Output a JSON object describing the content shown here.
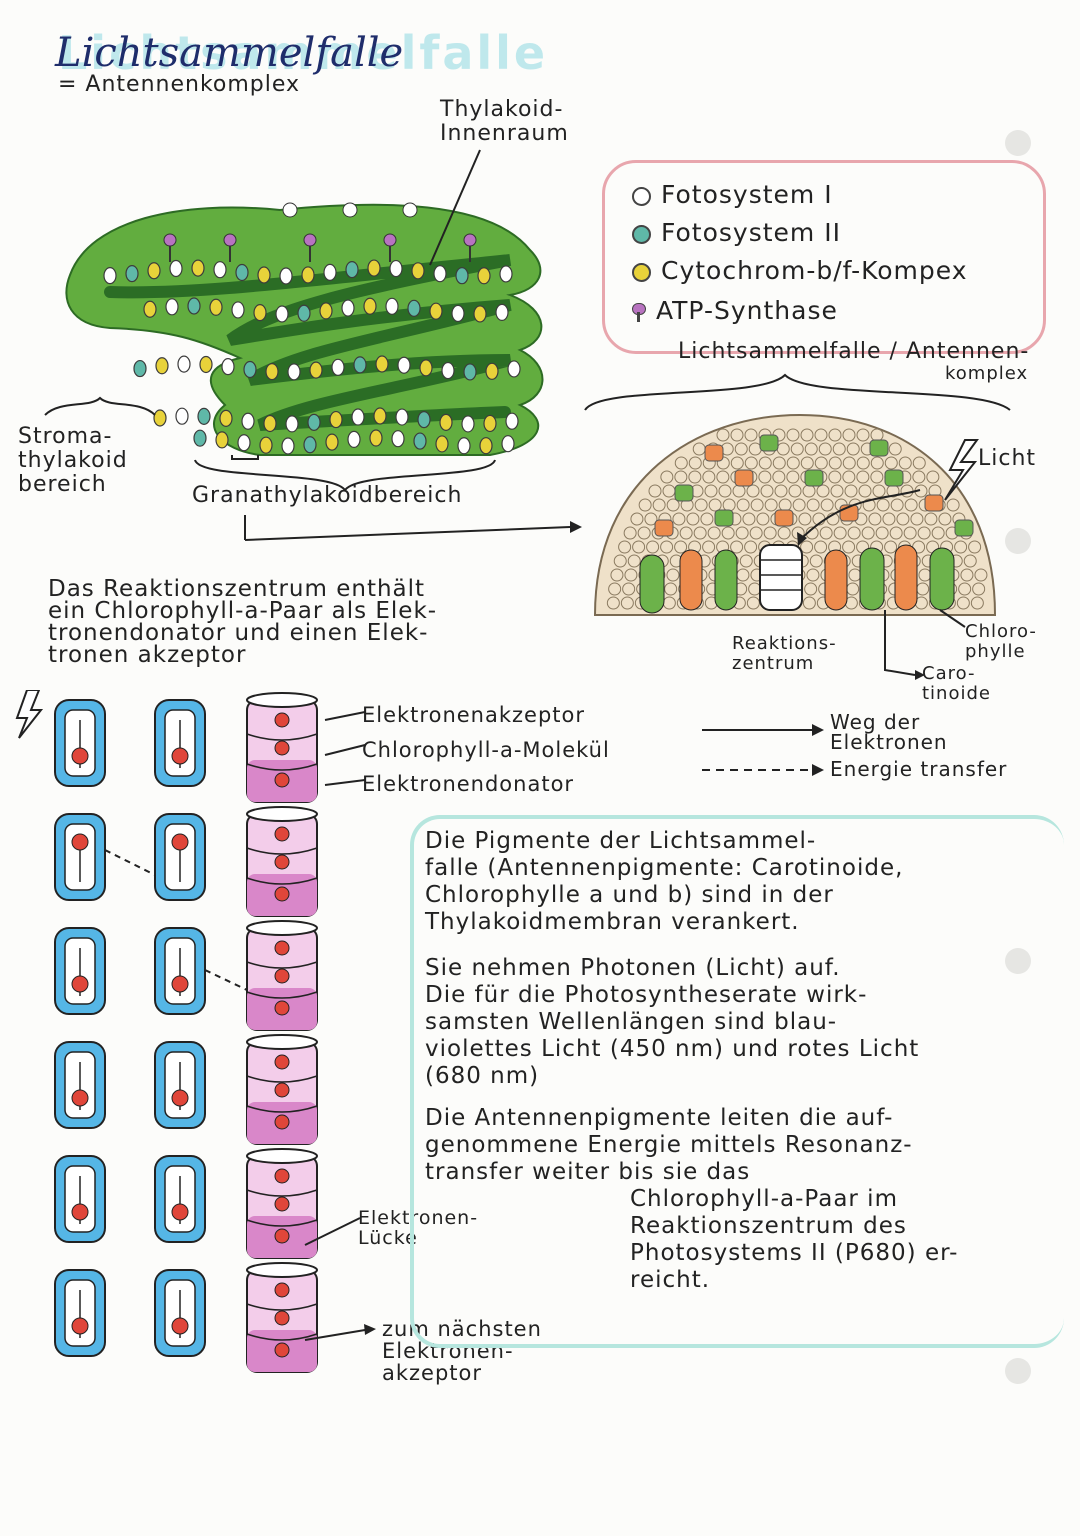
{
  "title": "Lichtsammelfalle",
  "subtitle": "= Antennenkomplex",
  "thylakoid": {
    "lumen_label_1": "Thylakoid-",
    "lumen_label_2": "Innenraum",
    "stroma_label_1": "Stroma-",
    "stroma_label_2": "thylakoid",
    "stroma_label_3": "bereich",
    "grana_label": "Granathylakoidbereich"
  },
  "legend": {
    "items": [
      {
        "label": "Fotosystem I",
        "color": "#ffffff",
        "icon": "circle-icon"
      },
      {
        "label": "Fotosystem II",
        "color": "#5fb8a8",
        "icon": "circle-icon"
      },
      {
        "label": "Cytochrom-b/f-Kompex",
        "color": "#e8d23a",
        "icon": "circle-icon"
      },
      {
        "label": "ATP-Synthase",
        "color": "#b873c0",
        "icon": "atp-synthase-icon"
      }
    ],
    "border_color": "#e8a6ad"
  },
  "antenna": {
    "label_1": "Lichtsammelfalle / Antennen-",
    "label_2": "komplex",
    "light": "Licht",
    "reaction_center_1": "Reaktions-",
    "reaction_center_2": "zentrum",
    "chlorophyll_1": "Chloro-",
    "chlorophyll_2": "phylle",
    "carotinoide_1": "Caro-",
    "carotinoide_2": "tinoide"
  },
  "reaction_text": {
    "line1": "Das Reaktionszentrum enthält",
    "line2": "ein Chlorophyll-a-Paar als Elek-",
    "line3": "tronendonator und einen Elek-",
    "line4": "tronen akzeptor"
  },
  "molecule_labels": {
    "acceptor": "Elektronenakzeptor",
    "chlorophyll": "Chlorophyll-a-Molekül",
    "donor": "Elektronendonator",
    "gap_1": "Elektronen-",
    "gap_2": "Lücke",
    "next_1": "zum nächsten",
    "next_2": "Elektronen-",
    "next_3": "akzeptor"
  },
  "arrow_legend": {
    "solid_1": "Weg der",
    "solid_2": "Elektronen",
    "dashed": "Energie transfer"
  },
  "paragraphs": {
    "p1": [
      "Die Pigmente der Lichtsammel-",
      "falle (Antennenpigmente: Carotinoide,",
      "Chlorophylle a und b) sind in der",
      "Thylakoidmembran verankert."
    ],
    "p2": [
      "Sie nehmen Photonen (Licht) auf.",
      "Die für die Photosyntheserate wirk-",
      "samsten Wellenlängen sind blau-",
      "violettes Licht (450 nm) und rotes Licht",
      "(680 nm)"
    ],
    "p3": [
      "Die Antennenpigmente leiten die auf-",
      "genommene Energie mittels Resonanz-",
      "transfer weiter bis sie das"
    ],
    "p3b": [
      "Chlorophyll-a-Paar im",
      "Reaktionszentrum des",
      "Photosystems II (P680) er-",
      "reicht."
    ]
  },
  "colors": {
    "thylakoid_green": "#5aa83c",
    "thylakoid_dark": "#2f7d2c",
    "cyan_cell": "#55b6e6",
    "pink_cell": "#d987c9",
    "electron_red": "#e0463a",
    "antenna_orange": "#ec8a4c"
  }
}
